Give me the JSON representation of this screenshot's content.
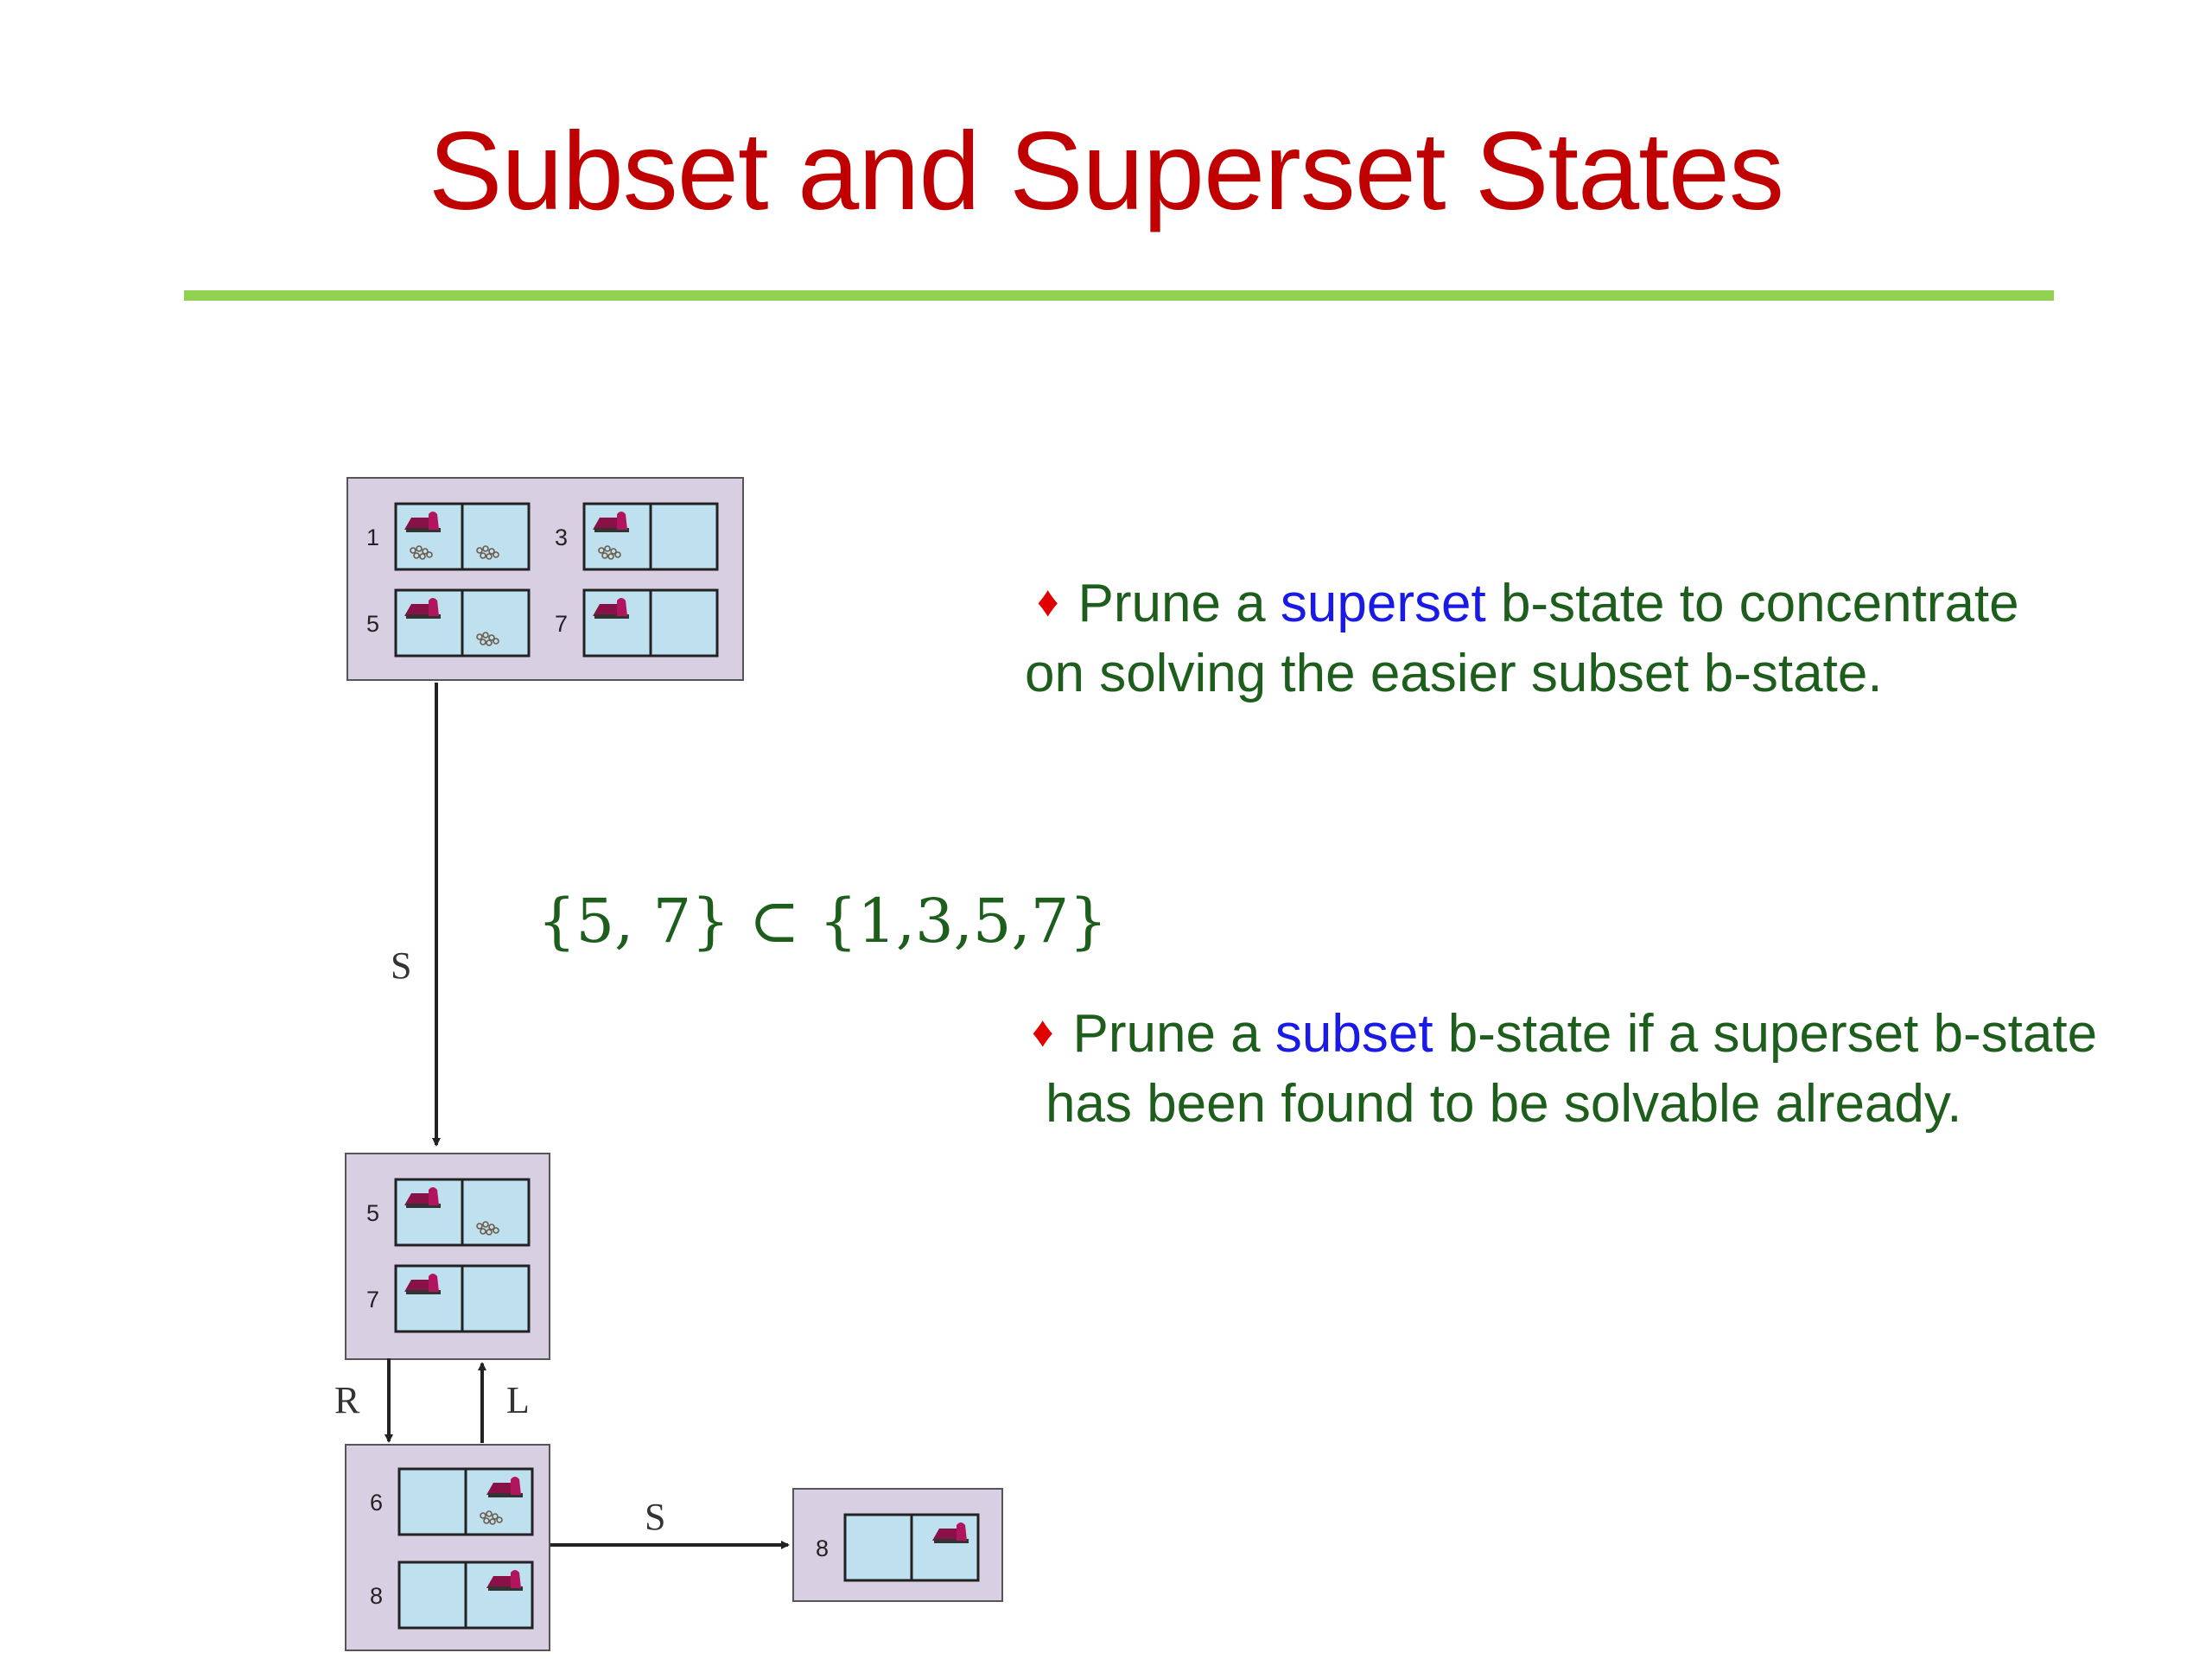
{
  "slide": {
    "title": "Subset and Superset States",
    "accent_color": "#c00000",
    "rule_color": "#92d050",
    "text_color": "#1d5e1d",
    "highlight_color": "#1a1ae6"
  },
  "bullets": [
    {
      "marker": "♦",
      "before": "Prune a ",
      "highlight": "superset",
      "after": " b-state to concentrate",
      "line2": "on solving the easier subset b-state."
    },
    {
      "marker": "♦",
      "before": "Prune a ",
      "highlight": "subset",
      "after": " b-state if a superset b-state",
      "line2": "has been found to be solvable already."
    }
  ],
  "formula": "{5, 7} ⊂ {1,3,5,7}",
  "diagram": {
    "belief_states": [
      {
        "name": "belief-state-1357",
        "states": [
          {
            "num": "1",
            "robot": "left",
            "dirt_left": true,
            "dirt_right": true
          },
          {
            "num": "3",
            "robot": "left",
            "dirt_left": true,
            "dirt_right": false
          },
          {
            "num": "5",
            "robot": "left",
            "dirt_left": false,
            "dirt_right": true
          },
          {
            "num": "7",
            "robot": "left",
            "dirt_left": false,
            "dirt_right": false
          }
        ]
      },
      {
        "name": "belief-state-57",
        "states": [
          {
            "num": "5",
            "robot": "left",
            "dirt_left": false,
            "dirt_right": true
          },
          {
            "num": "7",
            "robot": "left",
            "dirt_left": false,
            "dirt_right": false
          }
        ]
      },
      {
        "name": "belief-state-68",
        "states": [
          {
            "num": "6",
            "robot": "right",
            "dirt_left": false,
            "dirt_right": true
          },
          {
            "num": "8",
            "robot": "right",
            "dirt_left": false,
            "dirt_right": false
          }
        ]
      },
      {
        "name": "belief-state-8",
        "states": [
          {
            "num": "8",
            "robot": "right",
            "dirt_left": false,
            "dirt_right": false
          }
        ]
      }
    ],
    "edge_labels": {
      "suck_top": "S",
      "right": "R",
      "left": "L",
      "suck_bottom": "S"
    },
    "colors": {
      "box_fill": "#d9cfe3",
      "cell_fill": "#bfe0ee",
      "robot": "#b0155e",
      "dirt": "#7a6a5a"
    }
  }
}
